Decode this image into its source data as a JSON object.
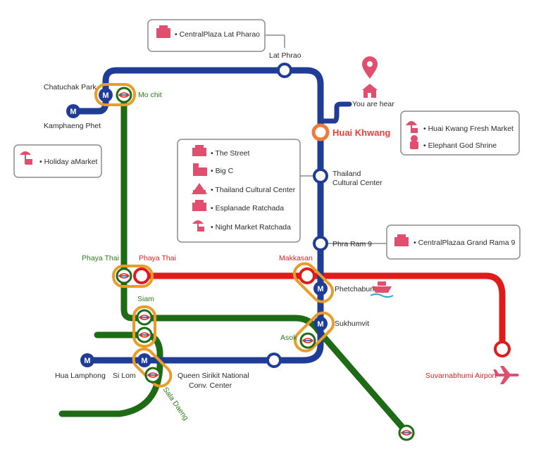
{
  "lines": {
    "blue": "#1f3d96",
    "green": "#1e6b15",
    "red": "#e01b1b",
    "interchange_ring": "#e89c2a",
    "here": "#f07a3a",
    "icon_pink": "#e0506e"
  },
  "stations": {
    "chatuchak_park": "Chatuchak Park",
    "mo_chit": "Mo chit",
    "kamphaeng_phet": "Kamphaeng Phet",
    "lat_phrao": "Lat Phrao",
    "you_are_here": "You are hear",
    "huai_khwang": "Huai Khwang",
    "thailand_cultural_center_1": "Thailand",
    "thailand_cultural_center_2": "Cultural Center",
    "phra_ram_9": "Phra Ram 9",
    "phaya_thai_bts": "Phaya Thai",
    "phaya_thai_arl": "Phaya Thai",
    "makkasan": "Makkasan",
    "phetchaburi": "Phetchaburi",
    "siam": "Siam",
    "sukhumvit": "Sukhumvit",
    "asok": "Asok",
    "hua_lamphong": "Hua Lamphong",
    "si_lom": "Si Lom",
    "sala_daeng": "Sala Daeng",
    "qsncc_1": "Queen Sirikit National",
    "qsncc_2": "Conv. Center",
    "suvarnabhumi": "Suvarnabhumi Airport"
  },
  "poi": {
    "lat_phrao": [
      "• CentralPlaza Lat Pharao"
    ],
    "chatuchak": [
      "• Holiday aMarket"
    ],
    "huai_khwang": [
      "• Huai Kwang Fresh Market",
      "• Elephant God Shrine"
    ],
    "cultural": [
      "• The Street",
      "• Big C",
      "• Thailand Cultural Center",
      "• Esplanade Ratchada",
      "• Night Market Ratchada"
    ],
    "rama9": [
      "• CentralPlazaa Grand Rama 9"
    ]
  },
  "icons": {
    "mrt": "M",
    "bts": "bts-logo"
  }
}
